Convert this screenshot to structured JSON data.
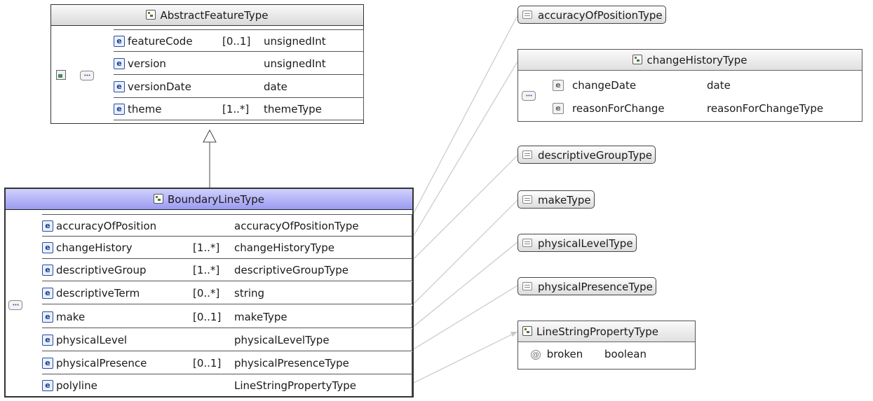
{
  "abstract": {
    "title": "AbstractFeatureType",
    "elements": [
      {
        "name": "featureCode",
        "card": "[0..1]",
        "type": "unsignedInt"
      },
      {
        "name": "version",
        "card": "",
        "type": "unsignedInt"
      },
      {
        "name": "versionDate",
        "card": "",
        "type": "date"
      },
      {
        "name": "theme",
        "card": "[1..*]",
        "type": "themeType"
      }
    ]
  },
  "boundary": {
    "title": "BoundaryLineType",
    "elements": [
      {
        "name": "accuracyOfPosition",
        "card": "",
        "type": "accuracyOfPositionType"
      },
      {
        "name": "changeHistory",
        "card": "[1..*]",
        "type": "changeHistoryType"
      },
      {
        "name": "descriptiveGroup",
        "card": "[1..*]",
        "type": "descriptiveGroupType"
      },
      {
        "name": "descriptiveTerm",
        "card": "[0..*]",
        "type": "string"
      },
      {
        "name": "make",
        "card": "[0..1]",
        "type": "makeType"
      },
      {
        "name": "physicalLevel",
        "card": "",
        "type": "physicalLevelType"
      },
      {
        "name": "physicalPresence",
        "card": "[0..1]",
        "type": "physicalPresenceType"
      },
      {
        "name": "polyline",
        "card": "",
        "type": "LineStringPropertyType"
      }
    ]
  },
  "changeHistory": {
    "title": "changeHistoryType",
    "elements": [
      {
        "name": "changeDate",
        "type": "date"
      },
      {
        "name": "reasonForChange",
        "type": "reasonForChangeType"
      }
    ]
  },
  "simpleTypes": {
    "accuracy": "accuracyOfPositionType",
    "descriptive": "descriptiveGroupType",
    "make": "makeType",
    "physicalLevel": "physicalLevelType",
    "physicalPresence": "physicalPresenceType"
  },
  "lineString": {
    "title": "LineStringPropertyType",
    "attr_marker": "@",
    "attr_name": "broken",
    "attr_type": "boolean"
  },
  "icons": {
    "element_marker": "e"
  }
}
